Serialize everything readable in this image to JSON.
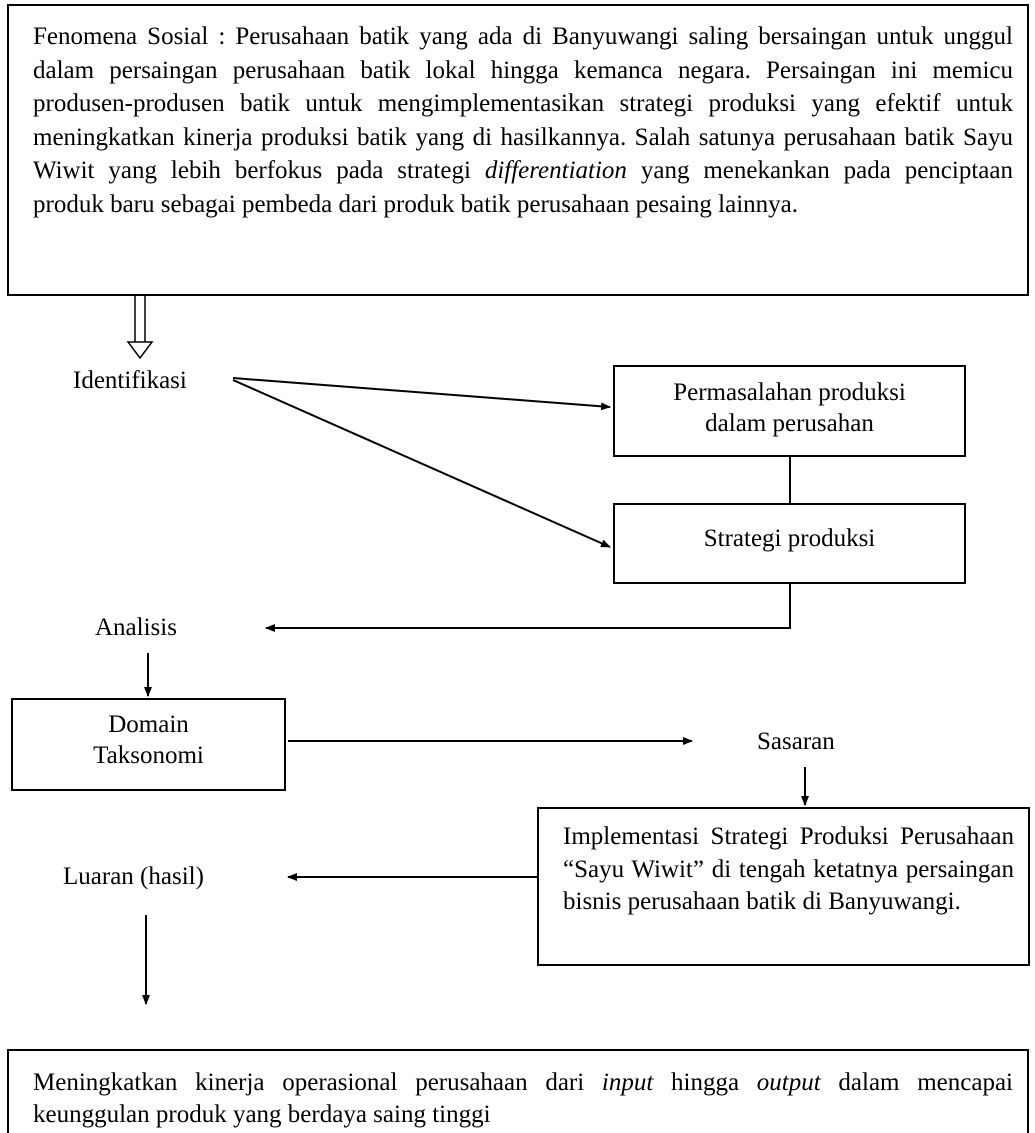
{
  "fenomena": {
    "pre": "Fenomena Sosial : Perusahaan batik yang ada di Banyuwangi saling bersaingan untuk unggul dalam persaingan perusahaan batik lokal hingga kemanca negara. Persaingan ini memicu produsen-produsen batik untuk mengimplementasikan strategi produksi yang efektif untuk meningkatkan kinerja produksi batik yang di hasilkannya. Salah satunya perusahaan batik Sayu Wiwit yang lebih berfokus pada strategi ",
    "italic": "differentiation",
    "post": " yang menekankan pada penciptaan produk baru sebagai pembeda dari produk batik perusahaan pesaing lainnya."
  },
  "identifikasi": "Identifikasi",
  "permasalahan": {
    "line1": "Permasalahan produksi",
    "line2": "dalam perusahan"
  },
  "strategi_produksi": "Strategi produksi",
  "analisis": "Analisis",
  "domain": {
    "line1": "Domain",
    "line2": "Taksonomi"
  },
  "sasaran": "Sasaran",
  "implementasi": "Implementasi Strategi Produksi Perusahaan “Sayu Wiwit” di tengah ketatnya persaingan bisnis perusahaan batik di Banyuwangi.",
  "luaran": "Luaran (hasil)",
  "hasil": {
    "pre": "Meningkatkan kinerja operasional perusahaan dari ",
    "italic1": "input",
    "mid": " hingga ",
    "italic2": "output",
    "post": " dalam mencapai keunggulan produk yang berdaya saing tinggi"
  }
}
